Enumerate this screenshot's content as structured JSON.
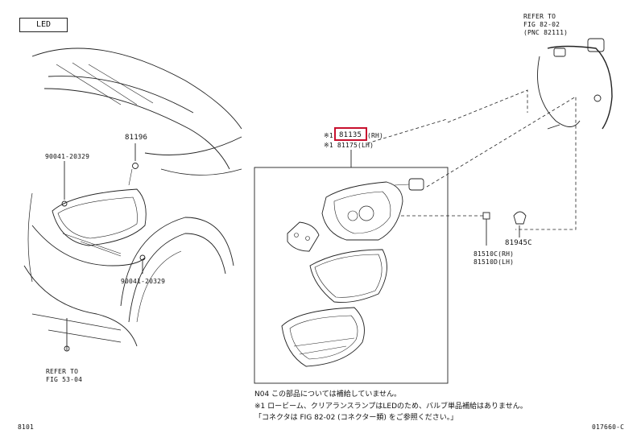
{
  "header": {
    "tag": "LED"
  },
  "left_view": {
    "bracket_part": "81196",
    "screw_upper": "90041-20329",
    "screw_lower": "90041-20329",
    "refer_title": "REFER TO",
    "refer_fig": "FIG 53-04"
  },
  "center_view": {
    "part_rh": "81135",
    "part_rh_suffix": "(RH)",
    "part_lh": "※1 81175(LH)",
    "mark": "※1"
  },
  "right_view": {
    "refer_title": "REFER TO",
    "refer_fig": "FIG 82-02",
    "refer_pnc": "(PNC 82111)",
    "grommet": "81945C",
    "socket_rh": "81510C(RH)",
    "socket_lh": "81510D(LH)"
  },
  "notes": [
    "N04 この部品については補給していません。",
    "※1 ロービーム、クリアランスランプはLEDのため、バルブ単品補給はありません。",
    "「コネクタは FIG 82-02 (コネクター類) をご参照ください。」"
  ],
  "footer": {
    "left_code": "8101",
    "right_code": "017660-C"
  },
  "colors": {
    "highlight": "#c8102e",
    "line": "#222222"
  }
}
